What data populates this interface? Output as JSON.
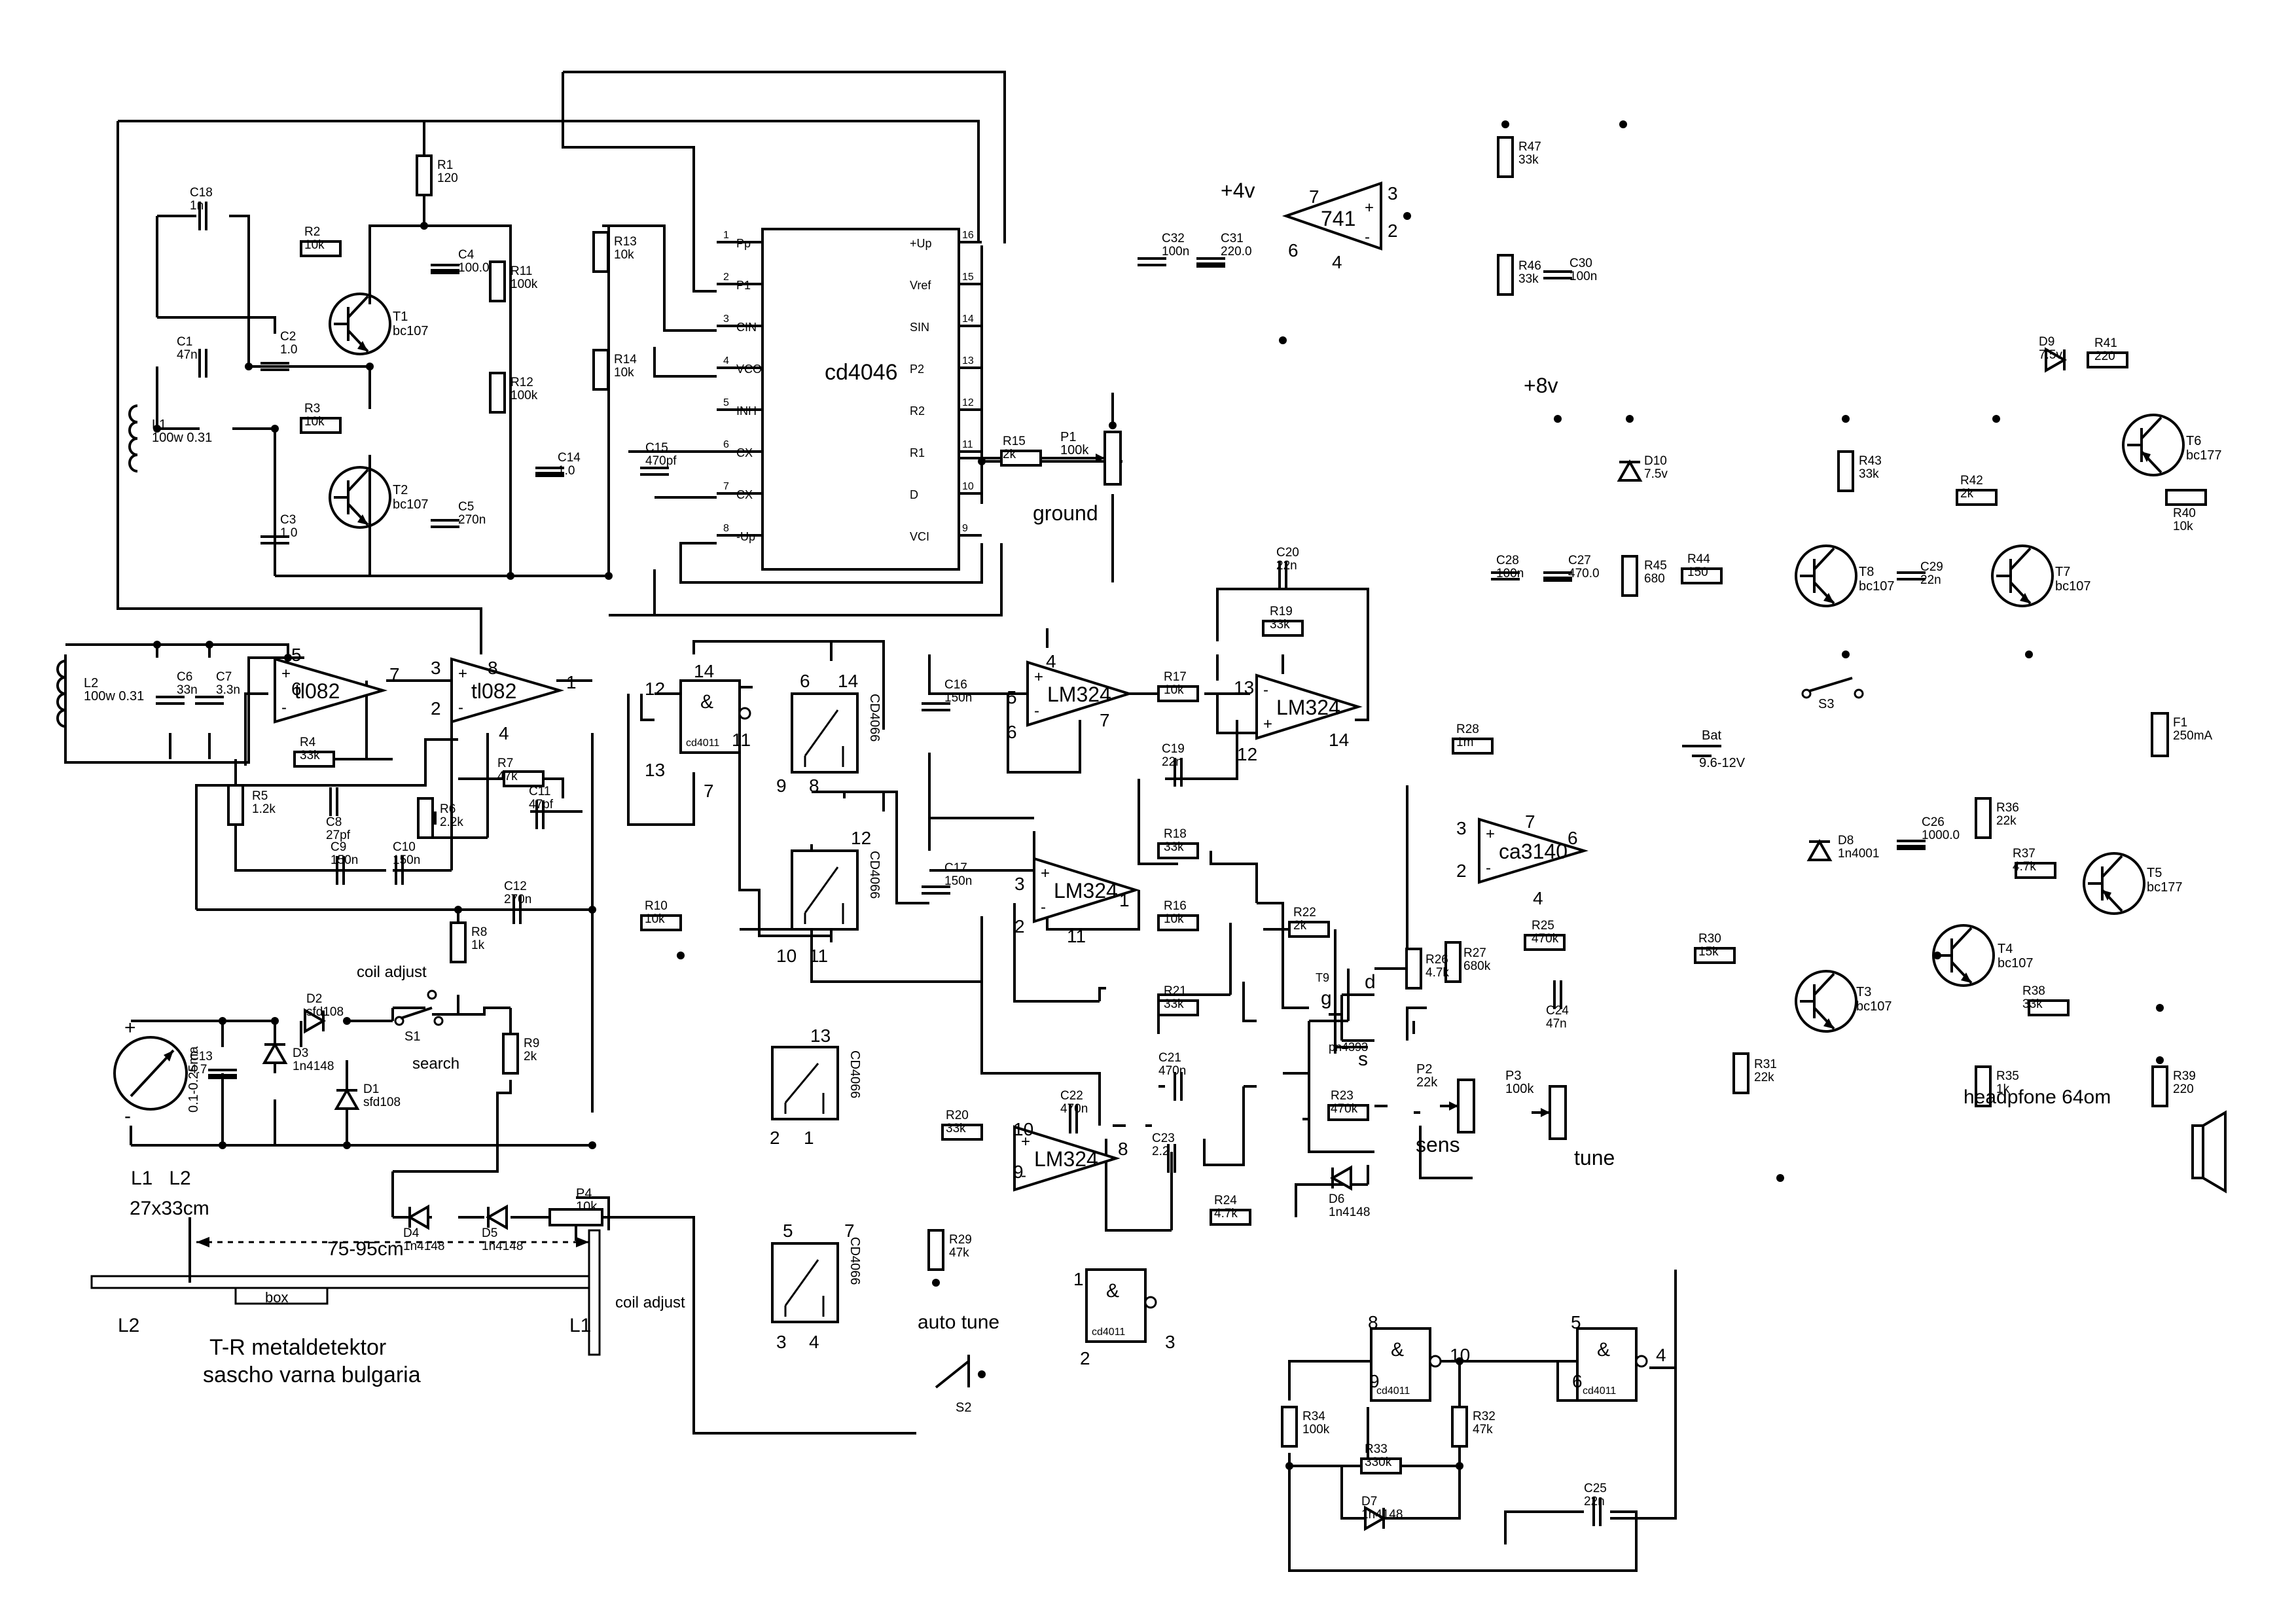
{
  "title_block": {
    "line1": "T-R metaldetektor",
    "line2": "sascho varna bulgaria",
    "coil_label": "L1   L2",
    "coil_size": "27x33cm",
    "spacing": "75-95cm",
    "box": "box",
    "coil_adjust": "coil adjust",
    "l1": "L1",
    "l2": "L2"
  },
  "rails": {
    "v4": "+4v",
    "v8": "+8v"
  },
  "misc_labels": {
    "ground": "ground",
    "sens": "sens",
    "tune": "tune",
    "auto_tune": "auto tune",
    "search": "search",
    "coil_adjust_sw": "coil adjust",
    "headphone": "headpfone 64om",
    "battery": "Bat",
    "battery_v": "9.6-12V",
    "meter": "0.1-0.25ma",
    "s1": "S1",
    "s2": "S2",
    "s3": "S3"
  },
  "ics": {
    "cd4046": {
      "name": "cd4046",
      "left_pins": [
        {
          "n": "1",
          "name": "Pp"
        },
        {
          "n": "2",
          "name": "P1"
        },
        {
          "n": "3",
          "name": "CIN"
        },
        {
          "n": "4",
          "name": "VCO"
        },
        {
          "n": "5",
          "name": "INH"
        },
        {
          "n": "6",
          "name": "CX"
        },
        {
          "n": "7",
          "name": "CX"
        },
        {
          "n": "8",
          "name": "-Up"
        }
      ],
      "right_pins": [
        {
          "n": "16",
          "name": "+Up"
        },
        {
          "n": "15",
          "name": "Vref"
        },
        {
          "n": "14",
          "name": "SIN"
        },
        {
          "n": "13",
          "name": "P2"
        },
        {
          "n": "12",
          "name": "R2"
        },
        {
          "n": "11",
          "name": "R1"
        },
        {
          "n": "10",
          "name": "D"
        },
        {
          "n": "9",
          "name": "VCI"
        }
      ]
    },
    "op741": {
      "name": "741",
      "p7": "7",
      "p6": "6",
      "p4": "4",
      "p3": "3",
      "p2": "2"
    },
    "tl082a": {
      "name": "tl082",
      "p5": "5",
      "p6": "6",
      "p7": "7"
    },
    "tl082b": {
      "name": "tl082",
      "p3": "3",
      "p2": "2",
      "p1": "1",
      "p8": "8",
      "p4": "4"
    },
    "lm324a": {
      "name": "LM324",
      "p5": "5",
      "p6": "6",
      "p7": "7",
      "p4": "4"
    },
    "lm324b": {
      "name": "LM324",
      "p13": "13",
      "p12": "12",
      "p14": "14"
    },
    "lm324c": {
      "name": "LM324",
      "p3": "3",
      "p2": "2",
      "p1": "1",
      "p11": "11"
    },
    "lm324d": {
      "name": "LM324",
      "p10": "10",
      "p9": "9",
      "p8": "8"
    },
    "ca3140": {
      "name": "ca3140",
      "p3": "3",
      "p2": "2",
      "p6": "6",
      "p7": "7",
      "p4": "4"
    },
    "nand1": {
      "name": "cd4011",
      "sym": "&",
      "p12": "12",
      "p13": "13",
      "p14": "14",
      "p11": "11",
      "p7": "7"
    },
    "nand2": {
      "name": "cd4011",
      "sym": "&",
      "p1": "1",
      "p2": "2",
      "p3": "3"
    },
    "nand3": {
      "name": "cd4011",
      "sym": "&",
      "p8": "8",
      "p9": "9",
      "p10": "10"
    },
    "nand4": {
      "name": "cd4011",
      "sym": "&",
      "p5": "5",
      "p6": "6",
      "p4": "4"
    },
    "sw1": {
      "name": "CD4066",
      "a": "6",
      "b": "14",
      "c": "9",
      "d": "8"
    },
    "sw2": {
      "name": "CD4066",
      "a": "12",
      "b": "10",
      "c": "11"
    },
    "sw3": {
      "name": "CD4066",
      "a": "13",
      "b": "2",
      "c": "1"
    },
    "sw4": {
      "name": "CD4066",
      "a": "5",
      "b": "7",
      "c": "3",
      "d": "4"
    }
  },
  "components": [
    {
      "id": "R1",
      "value": "120"
    },
    {
      "id": "R2",
      "value": "10k"
    },
    {
      "id": "R3",
      "value": "10k"
    },
    {
      "id": "R4",
      "value": "33k"
    },
    {
      "id": "R5",
      "value": "1.2k"
    },
    {
      "id": "R6",
      "value": "2.2k"
    },
    {
      "id": "R7",
      "value": "47k"
    },
    {
      "id": "R8",
      "value": "1k"
    },
    {
      "id": "R9",
      "value": "2k"
    },
    {
      "id": "R10",
      "value": "10k"
    },
    {
      "id": "R11",
      "value": "100k"
    },
    {
      "id": "R12",
      "value": "100k"
    },
    {
      "id": "R13",
      "value": "10k"
    },
    {
      "id": "R14",
      "value": "10k"
    },
    {
      "id": "R15",
      "value": "2k"
    },
    {
      "id": "R16",
      "value": "10k"
    },
    {
      "id": "R17",
      "value": "10k"
    },
    {
      "id": "R18",
      "value": "33k"
    },
    {
      "id": "R19",
      "value": "33k"
    },
    {
      "id": "R20",
      "value": "33k"
    },
    {
      "id": "R21",
      "value": "33k"
    },
    {
      "id": "R22",
      "value": "2k"
    },
    {
      "id": "R23",
      "value": "470k"
    },
    {
      "id": "R24",
      "value": "4.7k"
    },
    {
      "id": "R25",
      "value": "470k"
    },
    {
      "id": "R26",
      "value": "4.7k"
    },
    {
      "id": "R27",
      "value": "680k"
    },
    {
      "id": "R28",
      "value": "1m"
    },
    {
      "id": "R29",
      "value": "47k"
    },
    {
      "id": "R30",
      "value": "15k"
    },
    {
      "id": "R31",
      "value": "22k"
    },
    {
      "id": "R32",
      "value": "47k"
    },
    {
      "id": "R33",
      "value": "330k"
    },
    {
      "id": "R34",
      "value": "100k"
    },
    {
      "id": "R35",
      "value": "1k"
    },
    {
      "id": "R36",
      "value": "22k"
    },
    {
      "id": "R37",
      "value": "4.7k"
    },
    {
      "id": "R38",
      "value": "33k"
    },
    {
      "id": "R39",
      "value": "220"
    },
    {
      "id": "R40",
      "value": "10k"
    },
    {
      "id": "R41",
      "value": "220"
    },
    {
      "id": "R42",
      "value": "2k"
    },
    {
      "id": "R43",
      "value": "33k"
    },
    {
      "id": "R44",
      "value": "150"
    },
    {
      "id": "R45",
      "value": "680"
    },
    {
      "id": "R46",
      "value": "33k"
    },
    {
      "id": "R47",
      "value": "33k"
    },
    {
      "id": "C1",
      "value": "47n"
    },
    {
      "id": "C2",
      "value": "1.0"
    },
    {
      "id": "C3",
      "value": "1.0"
    },
    {
      "id": "C4",
      "value": "100.0"
    },
    {
      "id": "C5",
      "value": "270n"
    },
    {
      "id": "C6",
      "value": "33n"
    },
    {
      "id": "C7",
      "value": "3.3n"
    },
    {
      "id": "C8",
      "value": "27pf"
    },
    {
      "id": "C9",
      "value": "150n"
    },
    {
      "id": "C10",
      "value": "150n"
    },
    {
      "id": "C11",
      "value": "47pf"
    },
    {
      "id": "C12",
      "value": "270n"
    },
    {
      "id": "C13",
      "value": "4.7"
    },
    {
      "id": "C14",
      "value": "1.0"
    },
    {
      "id": "C15",
      "value": "470pf"
    },
    {
      "id": "C16",
      "value": "150n"
    },
    {
      "id": "C17",
      "value": "150n"
    },
    {
      "id": "C18",
      "value": "1n"
    },
    {
      "id": "C19",
      "value": "22n"
    },
    {
      "id": "C20",
      "value": "22n"
    },
    {
      "id": "C21",
      "value": "470n"
    },
    {
      "id": "C22",
      "value": "470n"
    },
    {
      "id": "C23",
      "value": "2.2"
    },
    {
      "id": "C24",
      "value": "47n"
    },
    {
      "id": "C25",
      "value": "22n"
    },
    {
      "id": "C26",
      "value": "1000.0"
    },
    {
      "id": "C27",
      "value": "470.0"
    },
    {
      "id": "C28",
      "value": "100n"
    },
    {
      "id": "C29",
      "value": "22n"
    },
    {
      "id": "C30",
      "value": "100n"
    },
    {
      "id": "C31",
      "value": "220.0"
    },
    {
      "id": "C32",
      "value": "100n"
    },
    {
      "id": "D1",
      "value": "sfd108"
    },
    {
      "id": "D2",
      "value": "sfd108"
    },
    {
      "id": "D3",
      "value": "1n4148"
    },
    {
      "id": "D4",
      "value": "1n4148"
    },
    {
      "id": "D5",
      "value": "1n4148"
    },
    {
      "id": "D6",
      "value": "1n4148"
    },
    {
      "id": "D7",
      "value": "1n4148"
    },
    {
      "id": "D8",
      "value": "1n4001"
    },
    {
      "id": "D9",
      "value": "7.5v"
    },
    {
      "id": "D10",
      "value": "7.5v"
    },
    {
      "id": "T1",
      "value": "bc107"
    },
    {
      "id": "T2",
      "value": "bc107"
    },
    {
      "id": "T3",
      "value": "bc107"
    },
    {
      "id": "T4",
      "value": "bc107"
    },
    {
      "id": "T5",
      "value": "bc177"
    },
    {
      "id": "T6",
      "value": "bc177"
    },
    {
      "id": "T7",
      "value": "bc107"
    },
    {
      "id": "T8",
      "value": "bc107"
    },
    {
      "id": "T9",
      "value": "pn4393"
    },
    {
      "id": "L1",
      "value": "100w 0.31"
    },
    {
      "id": "L2",
      "value": "100w 0.31"
    },
    {
      "id": "P1",
      "value": "100k"
    },
    {
      "id": "P2",
      "value": "22k"
    },
    {
      "id": "P3",
      "value": "100k"
    },
    {
      "id": "P4",
      "value": "10k"
    },
    {
      "id": "F1",
      "value": "250mA"
    }
  ],
  "fet_pins": {
    "g": "g",
    "d": "d",
    "s": "s"
  }
}
